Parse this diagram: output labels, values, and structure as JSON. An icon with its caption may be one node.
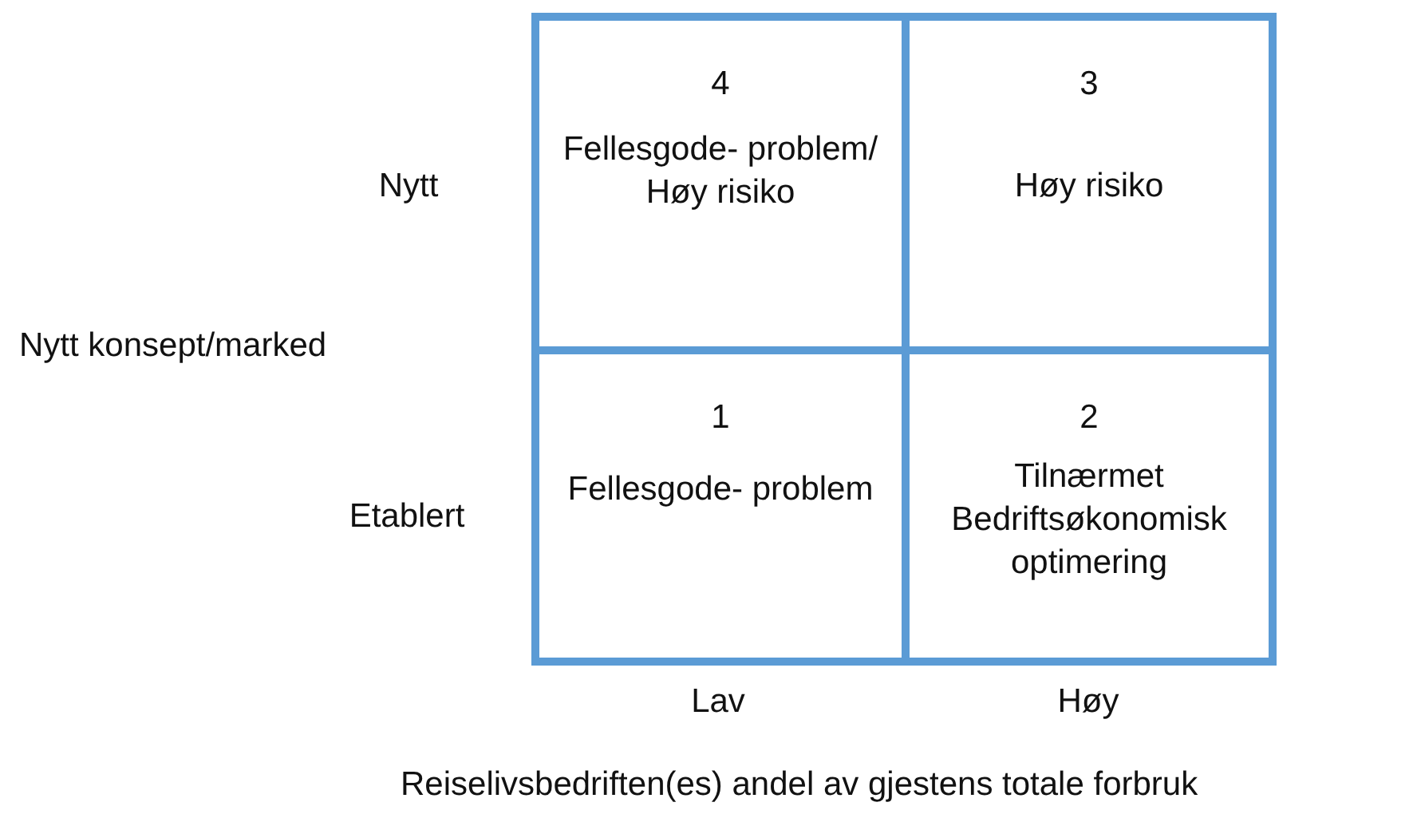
{
  "diagram": {
    "nodes": [
      {
        "text": [
          "4",
          "Fellesgode- problem/ Høy risiko"
        ]
      },
      {
        "text": [
          "3",
          "Høy risiko"
        ]
      },
      {
        "text": [
          "1",
          "Fellesgode- problem"
        ]
      },
      {
        "text": [
          "2",
          "Tilnærmet Bedriftsøkonomisk optimering"
        ]
      }
    ],
    "labels": [
      "Nytt",
      "Nytt konsept/marked",
      "Etablert",
      "Lav",
      "Høy",
      "Reiselivsbedriften(es) andel av gjestens totale forbruk"
    ]
  }
}
